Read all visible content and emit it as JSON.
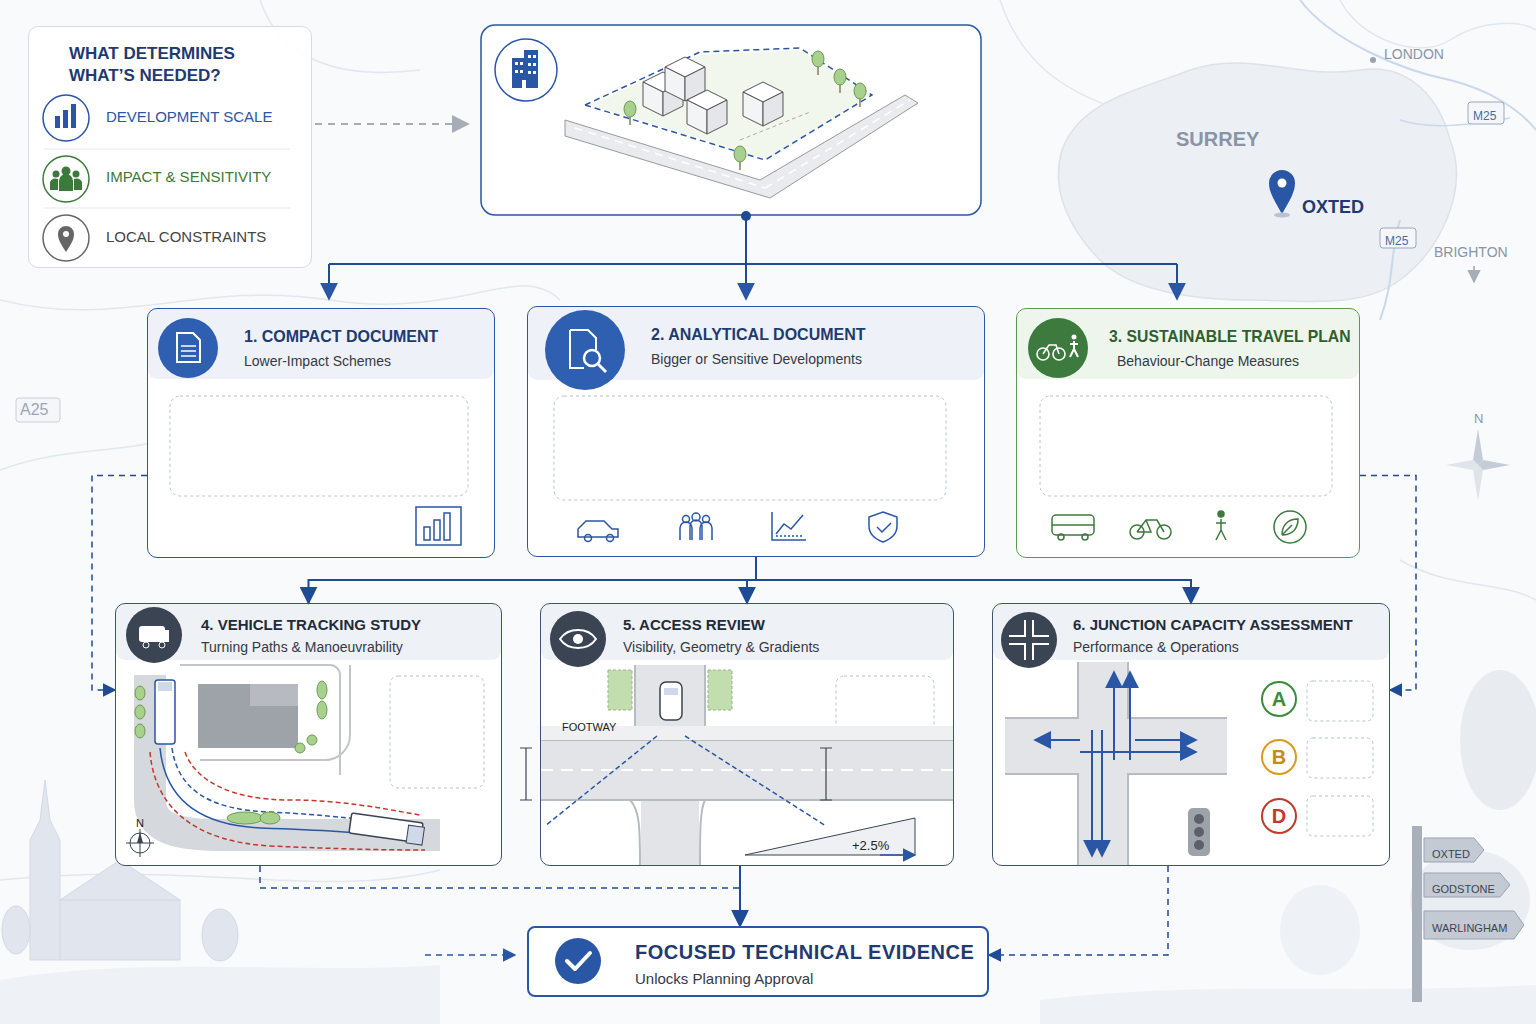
{
  "diagram": {
    "nodes": [
      {
        "text": [
          "WHAT DETERMINES WHAT’S NEEDED?",
          "DEVELOPMENT SCALE",
          "IMPACT & SENSITIVITY",
          "LOCAL CONSTRAINTS"
        ]
      },
      {
        "text": [
          "1. COMPACT DOCUMENT",
          "Lower-Impact Schemes"
        ]
      },
      {
        "text": [
          "2. ANALYTICAL DOCUMENT",
          "Bigger or Sensitive Developments"
        ]
      },
      {
        "text": [
          "3. SUSTAINABLE TRAVEL PLAN",
          "Behaviour-Change Measures"
        ]
      },
      {
        "text": [
          "4. VEHICLE TRACKING STUDY",
          "Turning Paths & Manoeuvrability"
        ]
      },
      {
        "text": [
          "5. ACCESS REVIEW",
          "Visibility, Geometry & Gradients"
        ]
      },
      {
        "text": [
          "6. JUNCTION CAPACITY ASSESSMENT",
          "Performance & Operations"
        ]
      },
      {
        "text": [
          "A"
        ],
        "in": 6
      },
      {
        "text": [
          "B"
        ],
        "in": 6
      },
      {
        "text": [
          "D"
        ],
        "in": 6
      },
      {
        "text": [
          "FOCUSED TECHNICAL EVIDENCE",
          "Unlocks Planning Approval"
        ]
      }
    ],
    "edges": [
      {
        "from": 2,
        "to": 4,
        "arrow": "to"
      },
      {
        "from": 2,
        "to": 5,
        "arrow": "to"
      },
      {
        "from": 2,
        "to": 6,
        "arrow": "to"
      },
      {
        "from": 1,
        "to": 4,
        "arrow": "to"
      },
      {
        "from": 3,
        "to": 6,
        "arrow": "to"
      },
      {
        "from": 4,
        "to": 10,
        "arrow": "to"
      },
      {
        "from": 5,
        "to": 10,
        "arrow": "to"
      },
      {
        "from": 6,
        "to": 10,
        "arrow": "to"
      }
    ],
    "labels": [
      "LONDON",
      "SURREY",
      "OXTED",
      "M25",
      "M25",
      "BRIGHTON",
      "A25",
      "N",
      "FOOTWAY",
      "+2.5%",
      "N",
      "OXTED",
      "GODSTONE",
      "WARLINGHAM"
    ]
  }
}
